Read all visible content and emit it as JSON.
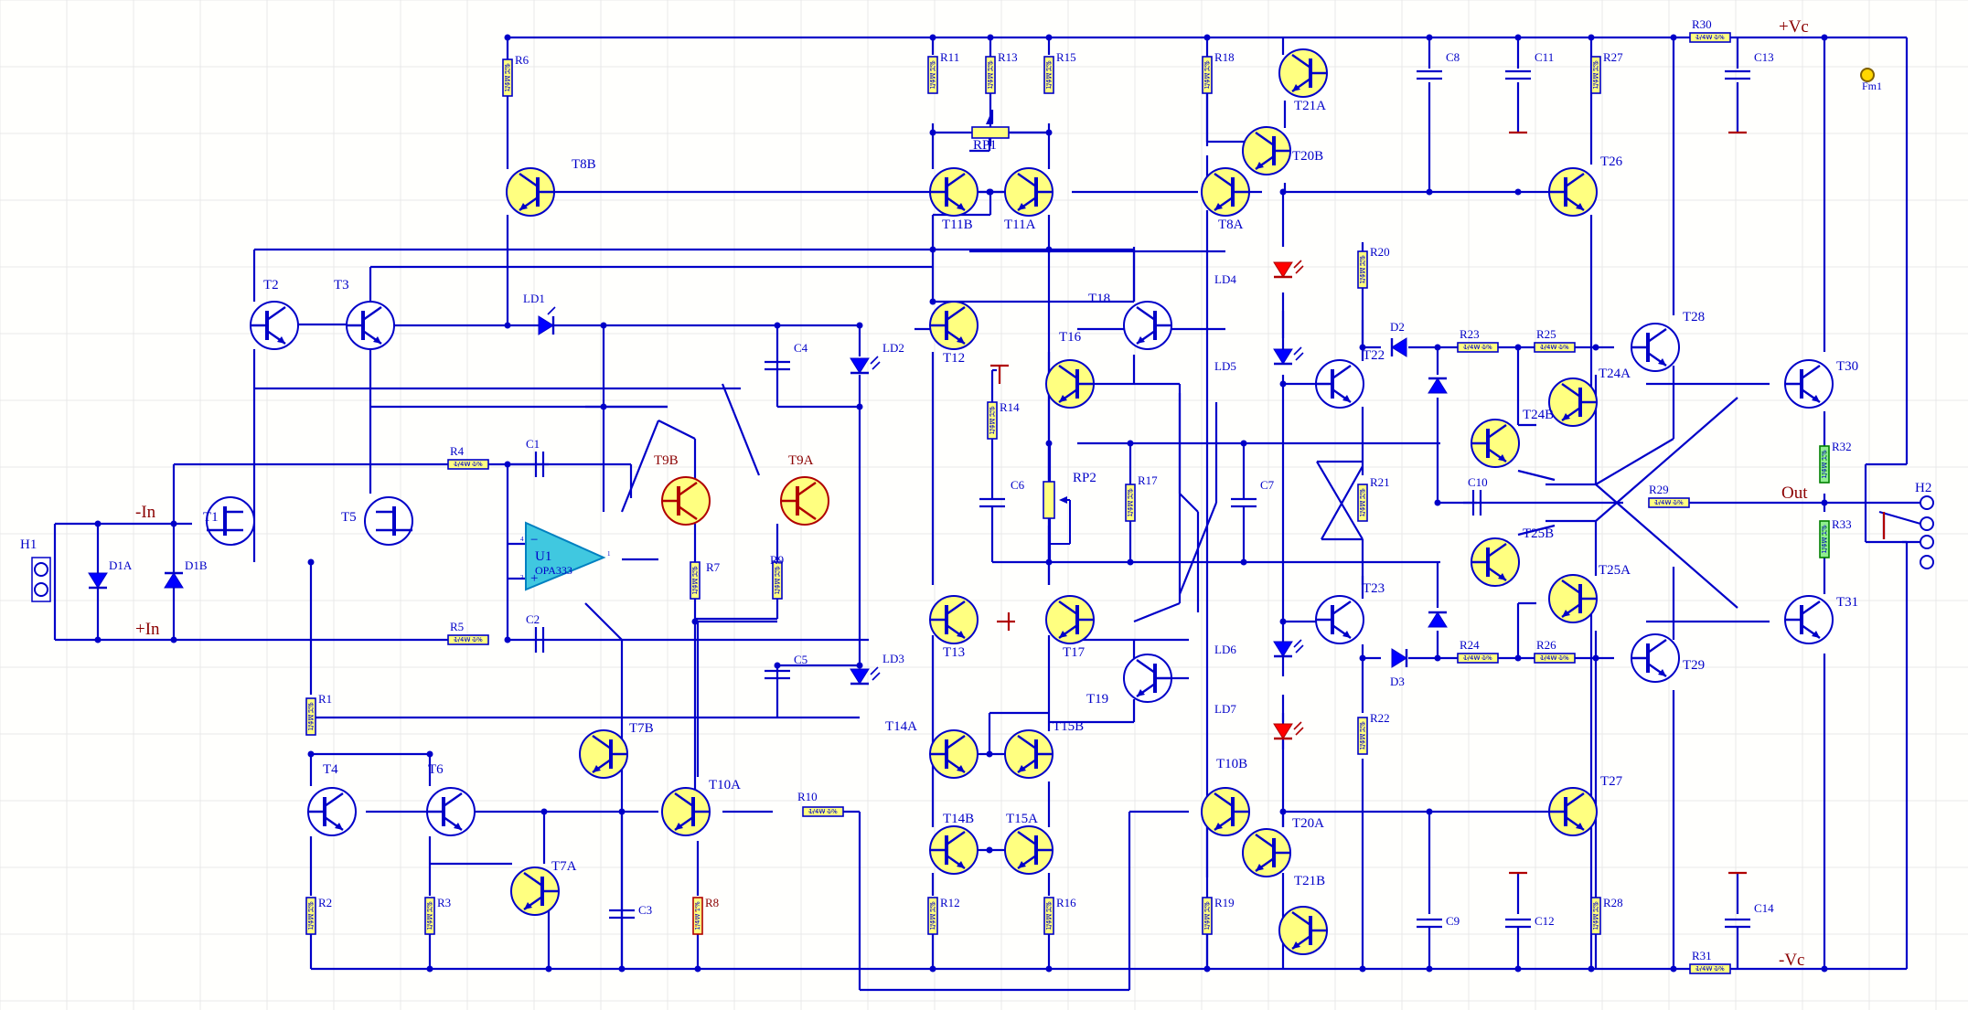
{
  "rails": {
    "pos": "+Vc",
    "neg": "-Vc"
  },
  "io": {
    "in_neg": "-In",
    "in_pos": "+In",
    "out": "Out"
  },
  "connectors": {
    "h1": "H1",
    "h2": "H2"
  },
  "opamp": {
    "ref": "U1",
    "part": "OPA333",
    "pin_minus": "−",
    "pin_plus": "+",
    "pin4": "4",
    "pin3": "3",
    "pin1": "1"
  },
  "fiducial": "Fm1",
  "resistor_value": "1/4W 1%",
  "resistor_value_r30": "1/4W 1%",
  "transistors": [
    {
      "ref": "T1",
      "kind": "jfet"
    },
    {
      "ref": "T5",
      "kind": "jfet"
    },
    {
      "ref": "T2"
    },
    {
      "ref": "T3"
    },
    {
      "ref": "T4"
    },
    {
      "ref": "T6"
    },
    {
      "ref": "T7A"
    },
    {
      "ref": "T7B"
    },
    {
      "ref": "T8A"
    },
    {
      "ref": "T8B"
    },
    {
      "ref": "T9A",
      "style": "red"
    },
    {
      "ref": "T9B",
      "style": "red"
    },
    {
      "ref": "T10A"
    },
    {
      "ref": "T10B"
    },
    {
      "ref": "T11A"
    },
    {
      "ref": "T11B"
    },
    {
      "ref": "T12"
    },
    {
      "ref": "T13"
    },
    {
      "ref": "T14A"
    },
    {
      "ref": "T14B"
    },
    {
      "ref": "T15A"
    },
    {
      "ref": "T15B"
    },
    {
      "ref": "T16"
    },
    {
      "ref": "T17"
    },
    {
      "ref": "T18"
    },
    {
      "ref": "T19"
    },
    {
      "ref": "T20A"
    },
    {
      "ref": "T20B"
    },
    {
      "ref": "T21A"
    },
    {
      "ref": "T21B"
    },
    {
      "ref": "T22"
    },
    {
      "ref": "T23"
    },
    {
      "ref": "T24A"
    },
    {
      "ref": "T24B"
    },
    {
      "ref": "T25A"
    },
    {
      "ref": "T25B"
    },
    {
      "ref": "T26"
    },
    {
      "ref": "T27"
    },
    {
      "ref": "T28"
    },
    {
      "ref": "T29"
    },
    {
      "ref": "T30"
    },
    {
      "ref": "T31"
    }
  ],
  "resistors": [
    "R1",
    "R2",
    "R3",
    "R4",
    "R5",
    "R6",
    "R7",
    "R8",
    "R9",
    "R10",
    "R11",
    "R12",
    "R13",
    "R14",
    "R15",
    "R16",
    "R17",
    "R18",
    "R19",
    "R20",
    "R21",
    "R22",
    "R23",
    "R24",
    "R25",
    "R26",
    "R27",
    "R28",
    "R29",
    "R30",
    "R31",
    "R32",
    "R33"
  ],
  "potentiometers": [
    "RP1",
    "RP2"
  ],
  "capacitors": [
    "C1",
    "C2",
    "C3",
    "C4",
    "C5",
    "C6",
    "C7",
    "C8",
    "C9",
    "C10",
    "C11",
    "C12",
    "C13",
    "C14"
  ],
  "diodes": [
    "D1A",
    "D1B",
    "D2",
    "D3"
  ],
  "leds": [
    "LD1",
    "LD2",
    "LD3",
    "LD4",
    "LD5",
    "LD6",
    "LD7"
  ],
  "colors": {
    "wire": "#0000c8",
    "component_fill": "#ffff80",
    "label_red": "#8b0000",
    "led_red": "#ff0000",
    "opamp": "#40c8e0",
    "resistor_green": "#90ee90"
  }
}
